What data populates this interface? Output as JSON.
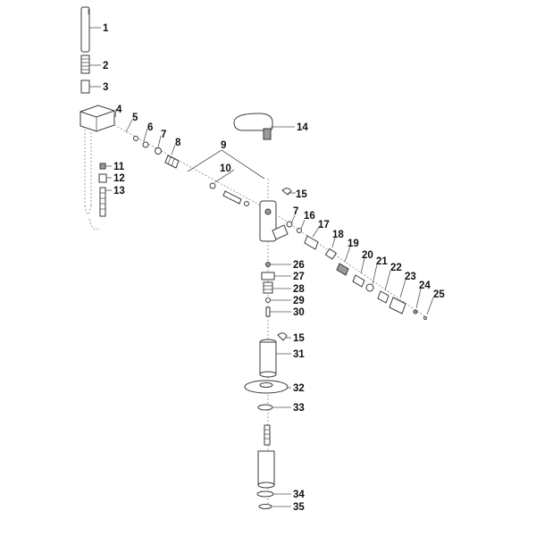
{
  "callouts": [
    {
      "id": "c1",
      "label": "1"
    },
    {
      "id": "c2",
      "label": "2"
    },
    {
      "id": "c3",
      "label": "3"
    },
    {
      "id": "c4",
      "label": "4"
    },
    {
      "id": "c5",
      "label": "5"
    },
    {
      "id": "c6",
      "label": "6"
    },
    {
      "id": "c7a",
      "label": "7"
    },
    {
      "id": "c8",
      "label": "8"
    },
    {
      "id": "c9",
      "label": "9"
    },
    {
      "id": "c10",
      "label": "10"
    },
    {
      "id": "c11",
      "label": "11"
    },
    {
      "id": "c12",
      "label": "12"
    },
    {
      "id": "c13",
      "label": "13"
    },
    {
      "id": "c14",
      "label": "14"
    },
    {
      "id": "c15a",
      "label": "15"
    },
    {
      "id": "c7b",
      "label": "7"
    },
    {
      "id": "c16",
      "label": "16"
    },
    {
      "id": "c17",
      "label": "17"
    },
    {
      "id": "c18",
      "label": "18"
    },
    {
      "id": "c19",
      "label": "19"
    },
    {
      "id": "c20",
      "label": "20"
    },
    {
      "id": "c21",
      "label": "21"
    },
    {
      "id": "c22",
      "label": "22"
    },
    {
      "id": "c23",
      "label": "23"
    },
    {
      "id": "c24",
      "label": "24"
    },
    {
      "id": "c25",
      "label": "25"
    },
    {
      "id": "c26",
      "label": "26"
    },
    {
      "id": "c27",
      "label": "27"
    },
    {
      "id": "c28",
      "label": "28"
    },
    {
      "id": "c29",
      "label": "29"
    },
    {
      "id": "c30",
      "label": "30"
    },
    {
      "id": "c15b",
      "label": "15"
    },
    {
      "id": "c31",
      "label": "31"
    },
    {
      "id": "c32",
      "label": "32"
    },
    {
      "id": "c33",
      "label": "33"
    },
    {
      "id": "c34",
      "label": "34"
    },
    {
      "id": "c35",
      "label": "35"
    }
  ]
}
